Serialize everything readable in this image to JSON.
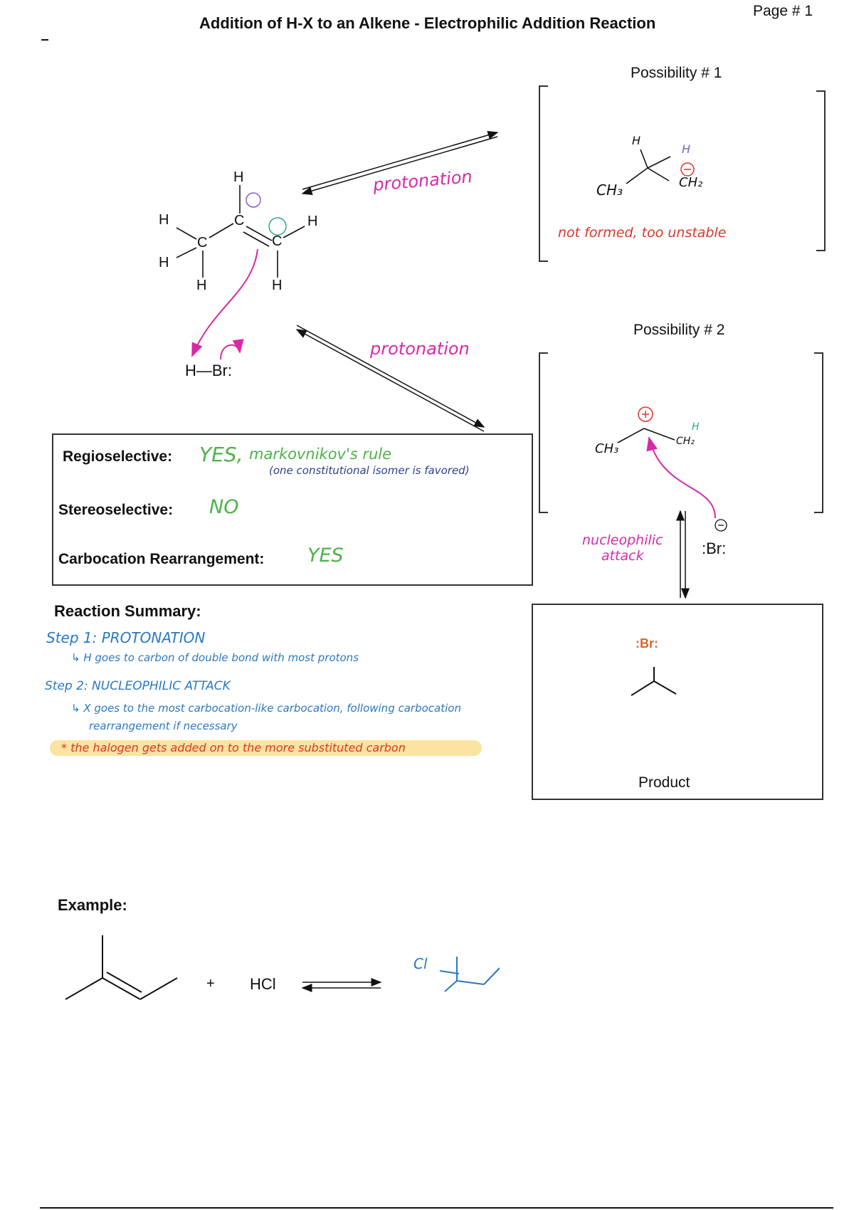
{
  "header": {
    "title": "Addition of H-X to an Alkene - Electrophilic Addition Reaction",
    "page": "Page # 1"
  },
  "mechanism": {
    "protonation_top": "protonation",
    "protonation_bottom": "protonation",
    "nucleophilic_attack_line1": "nucleophilic",
    "nucleophilic_attack_line2": "attack",
    "reagent": "H—Br:",
    "bromide": ":Br:"
  },
  "possibility1": {
    "title": "Possibility # 1",
    "note": "not formed, too unstable"
  },
  "possibility2": {
    "title": "Possibility # 2"
  },
  "product_box": {
    "label": "Product",
    "atom": ":Br:"
  },
  "selectivity": {
    "regio_label": "Regioselective:",
    "regio_value": "YES,",
    "regio_note": "markovnikov's rule",
    "regio_subnote": "(one constitutional isomer is favored)",
    "stereo_label": "Stereoselective:",
    "stereo_value": "NO",
    "rearr_label": "Carbocation Rearrangement:",
    "rearr_value": "YES"
  },
  "summary": {
    "title": "Reaction Summary:",
    "step1": "Step 1: PROTONATION",
    "step1_detail": "↳ H goes to carbon of double bond with most protons",
    "step2": "Step 2: NUCLEOPHILIC ATTACK",
    "step2_detail1": "↳ X goes to the most carbocation-like carbocation, following carbocation",
    "step2_detail2": "rearrangement if necessary",
    "highlight": "* the halogen gets added on to the more substituted carbon"
  },
  "example": {
    "title": "Example:",
    "plus": "+",
    "reagent": "HCl",
    "product_atom": "Cl"
  },
  "colors": {
    "blue": "#2a78c2",
    "green": "#4cb24a",
    "magenta": "#d62aa8",
    "red": "#d9362b",
    "highlight": "#fbe3a0"
  }
}
